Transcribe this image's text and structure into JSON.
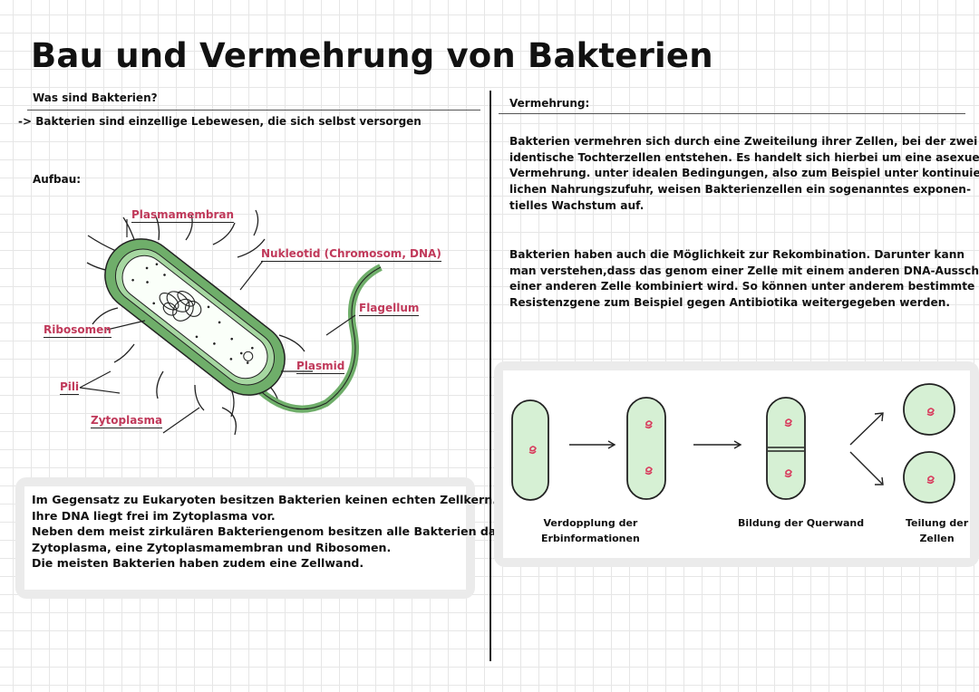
{
  "title": "Bau und Vermehrung von Bakterien",
  "left": {
    "question": "Was sind Bakterien?",
    "answer": "-> Bakterien sind einzellige Lebewesen, die sich selbst versorgen",
    "structure_heading": "Aufbau:",
    "labels": {
      "plasmamembran": "Plasmamembran",
      "nukleotid": "Nukleotid (Chromosom, DNA)",
      "flagellum": "Flagellum",
      "ribosomen": "Ribosomen",
      "plasmid": "Plasmid",
      "pili": "Pili",
      "zytoplasma": "Zytoplasma"
    },
    "box_lines": [
      "Im Gegensatz zu Eukaryoten besitzen Bakterien keinen echten Zellkern.",
      "Ihre DNA liegt frei im Zytoplasma vor.",
      "Neben dem meist zirkulären Bakteriengenom besitzen alle Bakterien das",
      "Zytoplasma, eine Zytoplasmamembran und Ribosomen.",
      "Die meisten Bakterien haben zudem eine Zellwand."
    ]
  },
  "right": {
    "heading": "Vermehrung:",
    "paragraph1": [
      "Bakterien vermehren sich durch eine Zweiteilung ihrer Zellen, bei der zwei",
      "identische Tochterzellen entstehen. Es handelt sich hierbei um eine asexuelle",
      "Vermehrung. unter idealen Bedingungen, also zum Beispiel unter kontinuier-",
      "lichen Nahrungszufuhr, weisen Bakterienzellen ein sogenanntes exponen-",
      "tielles Wachstum auf."
    ],
    "paragraph2": [
      "Bakterien haben auch die Möglichkeit zur Rekombination. Darunter kann",
      "man verstehen,dass das genom einer Zelle mit einem anderen DNA-Ausschnitt",
      "einer anderen Zelle kombiniert wird. So können unter anderem bestimmte",
      "Resistenzgene zum Beispiel gegen Antibiotika weitergegeben werden."
    ],
    "captions": {
      "step1": [
        "Verdopplung der",
        "Erbinformationen"
      ],
      "step2": [
        "Bildung der Querwand"
      ],
      "step3": [
        "Teilung der",
        "Zellen"
      ]
    }
  },
  "colors": {
    "cell_fill": "#d6f0d4",
    "membrane_green": "#6fae6a",
    "dna_red": "#d83a5c",
    "box_gray": "#ebebeb"
  }
}
